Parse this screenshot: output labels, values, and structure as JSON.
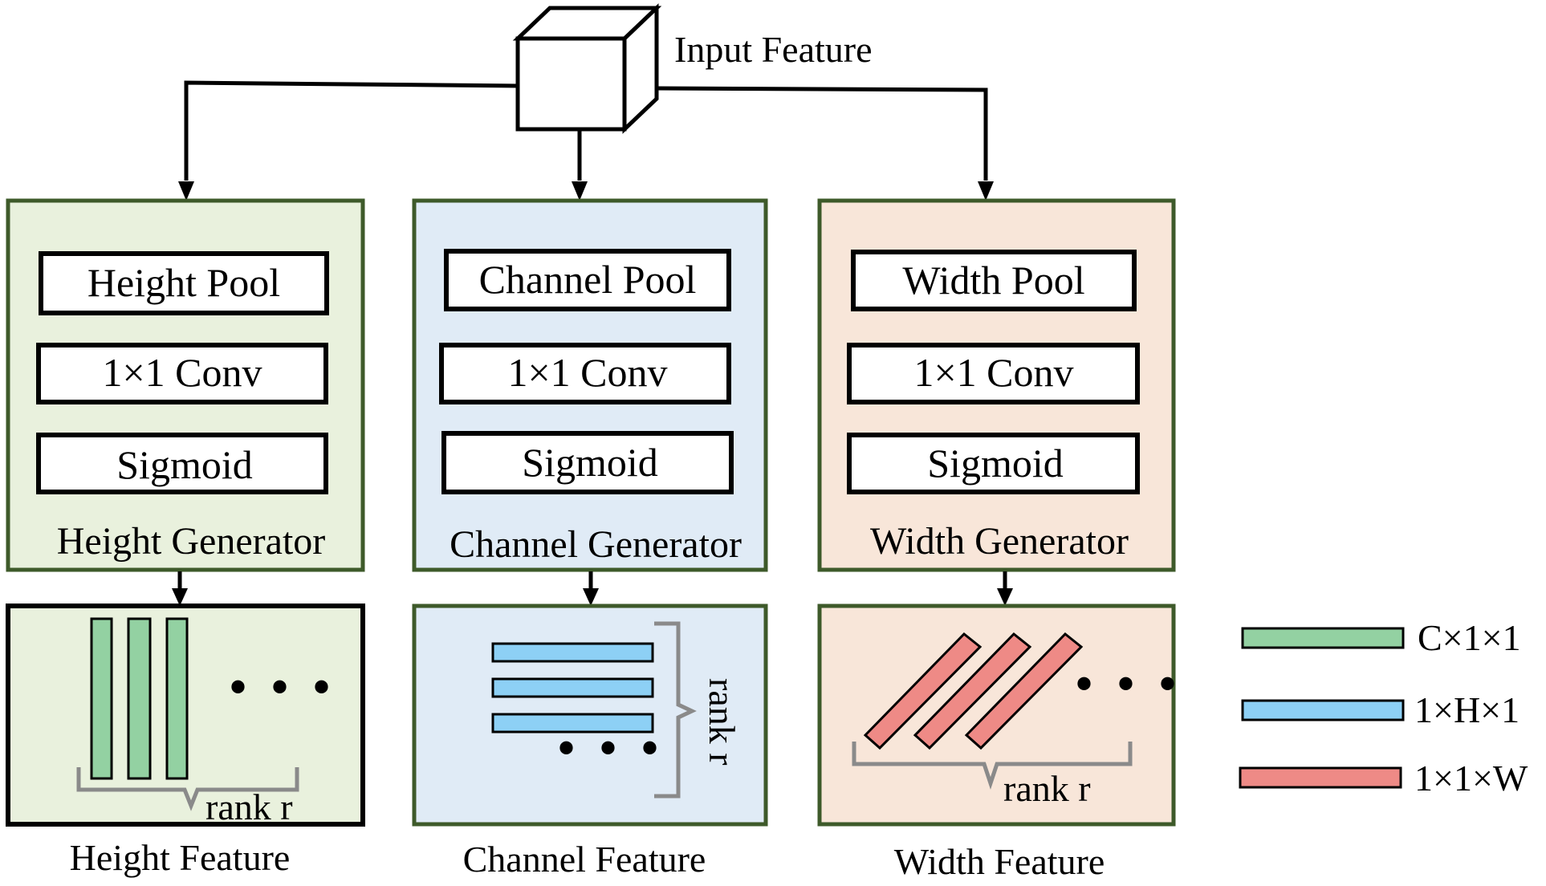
{
  "input": {
    "label": "Input Feature"
  },
  "generators": [
    {
      "key": "height",
      "ops": [
        "Height Pool",
        "1×1 Conv",
        "Sigmoid"
      ],
      "name": "Height Generator",
      "bg": "#e9f1dd",
      "feature_label": "Height Feature"
    },
    {
      "key": "channel",
      "ops": [
        "Channel Pool",
        "1×1 Conv",
        "Sigmoid"
      ],
      "name": "Channel Generator",
      "bg": "#e0ebf6",
      "feature_label": "Channel Feature"
    },
    {
      "key": "width",
      "ops": [
        "Width Pool",
        "1×1 Conv",
        "Sigmoid"
      ],
      "name": "Width Generator",
      "bg": "#f8e6d9",
      "feature_label": "Width Feature"
    }
  ],
  "rank_label": "rank r",
  "ellipsis": "• • •",
  "legend": [
    {
      "label": "C×1×1",
      "color": "#93d1a2"
    },
    {
      "label": "1×H×1",
      "color": "#8dd0f5"
    },
    {
      "label": "1×1×W",
      "color": "#ee8a86"
    }
  ],
  "colors": {
    "border_green": "#3e5a2a",
    "brace_gray": "#8a8a8a"
  }
}
